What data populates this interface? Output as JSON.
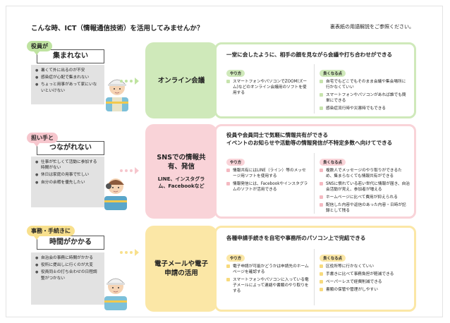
{
  "header": {
    "title": "こんな時、ICT（情報通信技術）を活用してみませんか？",
    "note": "裏表紙の用語解説をご参照ください。"
  },
  "colors": {
    "green": "#cfe9ba",
    "pink": "#f9d3d8",
    "yellow": "#fbe7a6"
  },
  "sections": [
    {
      "tag": "役員が",
      "label": "集まれない",
      "issues": [
        "暑くて外に出るのが不安",
        "感染症が心配で集まれない",
        "ちょっと用事があって家にいないといけない"
      ],
      "solution": {
        "title": "オンライン会議",
        "sub": ""
      },
      "headline": "一堂に会したように、相手の顔を見ながら会議や打ち合わせができる",
      "howto_label": "やり方",
      "howto": [
        "スマートフォンやパソコンでZOOM(ズーム)などのオンライン会議用のソフトを使用する"
      ],
      "merit_label": "良くなる点",
      "merits": [
        "自宅でもどこでもそのまま会議や集会場所に行かなくていい",
        "スマートフォンやパソコンがあれば誰でも簡単にできる",
        "感染症流行時や災害時でもできる"
      ]
    },
    {
      "tag": "担い手と",
      "label": "つながれない",
      "issues": [
        "仕事が忙しくて活動に参加する時間がない",
        "休日は家庭の用事で忙しい",
        "自分の余暇を優先したい"
      ],
      "solution": {
        "title": "SNSでの情報共有、発信",
        "sub": "LINE、インスタグラム、Facebookなど"
      },
      "headline": "役員や会員同士で気軽に情報共有ができる",
      "headline2": "イベントのお知らせや活動等の情報発信が不特定多数へ向けてできる",
      "howto_label": "やり方",
      "howto": [
        "情報共有にはLINE（ライン）等のメッセージ用ソフトを使用する",
        "情報発信には、Facebookやインスタグラムのソフトが活用できる"
      ],
      "merit_label": "良くなる点",
      "merits": [
        "複数人でメッセージのやり取りができるため、集まらなくても情報共有ができる",
        "SNSに慣れている若い世代に情報が届き、自治会活動が見え、参加者が増える",
        "ホームページに比べて費用が抑えられる",
        "配信した内容や返信のあった内容・日時が記録として残る"
      ]
    },
    {
      "tag": "事務・手続きに",
      "label": "時間がかかる",
      "issues": [
        "自治会の事務に時間がかかる",
        "役所に提出しに行くのが大変",
        "役員同士の打ち合わせの日程調整がつかない"
      ],
      "solution": {
        "title": "電子メールや電子申請の活用",
        "sub": ""
      },
      "headline": "各種申請手続きを自宅や事務所のパソコン上で完結できる",
      "howto_label": "やり方",
      "howto": [
        "電子申請が可能かどうかは申請先のホームページを確認する",
        "スマートフォンやパソコンに入っている電子メールによって連絡や書類のやり取りをする"
      ],
      "merit_label": "良くなる点",
      "merits": [
        "区役所等に行かなくていい",
        "手書きに比べて事務負担が軽減できる",
        "ペーパーレスで経費削減できる",
        "書類の保管や管理がしやすい"
      ]
    }
  ]
}
